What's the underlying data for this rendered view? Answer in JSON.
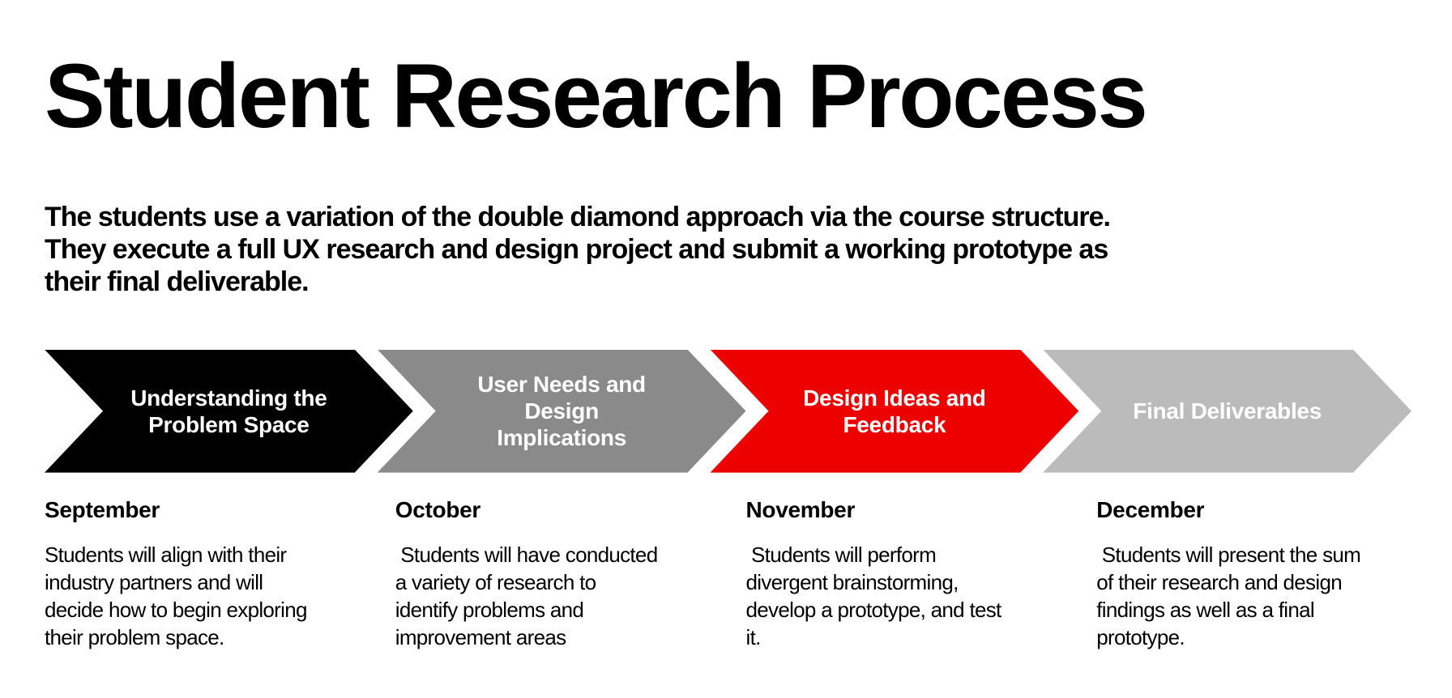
{
  "title": "Student Research Process",
  "intro": "The students use a variation of the double diamond approach via the course structure.\nThey execute a full UX research and design project and submit a working prototype as\ntheir final deliverable.",
  "colors": {
    "background": "#FFFFFF",
    "text": "#000000",
    "arrow_label_text": "#FFFFFF",
    "stage_black": "#000000",
    "stage_gray": "#8A8A8A",
    "stage_red": "#EC0000",
    "stage_light_gray": "#BBBBBB"
  },
  "stages": [
    {
      "label": "Understanding the\nProblem Space",
      "color": "#000000",
      "month": "September",
      "description": "Students will align with their\nindustry partners and will\ndecide how to begin exploring\ntheir problem space."
    },
    {
      "label": "User Needs and\nDesign\nImplications",
      "color": "#8A8A8A",
      "month": "October",
      "description": " Students will have conducted\na variety of research to\nidentify problems and\nimprovement areas"
    },
    {
      "label": "Design Ideas and\nFeedback",
      "color": "#EC0000",
      "month": "November",
      "description": " Students will perform\ndivergent brainstorming,\ndevelop a prototype, and test\nit."
    },
    {
      "label": "Final Deliverables",
      "color": "#BBBBBB",
      "month": "December",
      "description": " Students will present the sum\nof their research and design\nfindings as well as a final\nprototype."
    }
  ]
}
